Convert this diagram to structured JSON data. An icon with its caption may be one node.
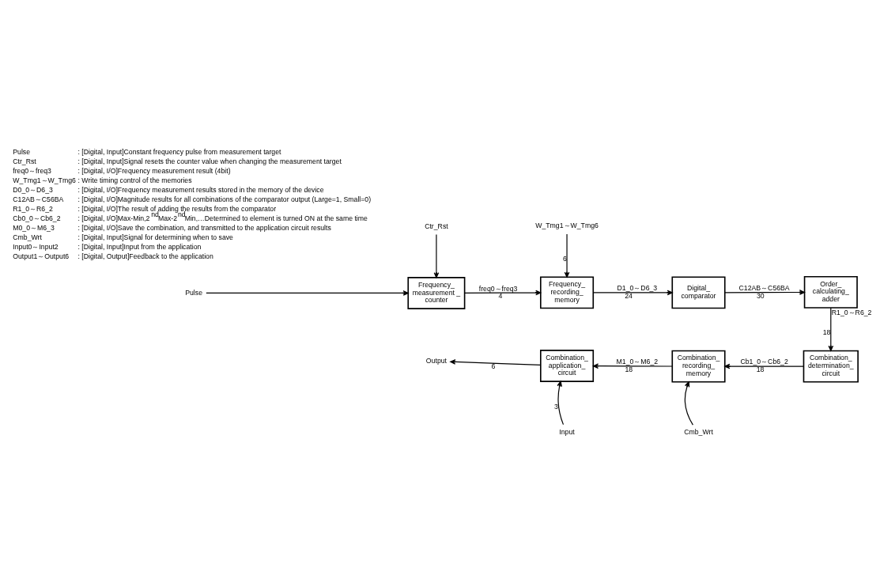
{
  "diagram": {
    "nodes": [
      {
        "text": [
          "Ctr_Rst"
        ]
      },
      {
        "text": [
          "W_Tmg1～W_Tmg6"
        ]
      },
      {
        "text": [
          "Pulse"
        ]
      },
      {
        "text": [
          "Frequency_ measurement _ counter"
        ]
      },
      {
        "text": [
          "Frequency_ recording_ memory"
        ]
      },
      {
        "text": [
          "Digital_ comparator"
        ]
      },
      {
        "text": [
          "Order_ calculating_ adder"
        ]
      },
      {
        "text": [
          "Output"
        ]
      },
      {
        "text": [
          "Combination_ application_ circuit"
        ]
      },
      {
        "text": [
          "Combination_ recording_ memory"
        ]
      },
      {
        "text": [
          "Combination_ determination_ circuit"
        ]
      },
      {
        "text": [
          "Input"
        ]
      },
      {
        "text": [
          "Cmb_Wrt"
        ]
      }
    ],
    "edges": [
      {
        "from": 2,
        "to": 3,
        "arrow": "to"
      },
      {
        "from": 0,
        "to": 3,
        "arrow": "to"
      },
      {
        "from": 1,
        "to": 4,
        "arrow": "to"
      },
      {
        "from": 3,
        "to": 4,
        "arrow": "to",
        "label": "freq0～freq3"
      },
      {
        "from": 4,
        "to": 5,
        "arrow": "to",
        "label": "D1_0～D6_3"
      },
      {
        "from": 5,
        "to": 6,
        "arrow": "to",
        "label": "C12AB～C56BA"
      },
      {
        "from": 6,
        "to": 10,
        "arrow": "to",
        "label": "R1_0～R6_2"
      },
      {
        "from": 10,
        "to": 9,
        "arrow": "to",
        "label": "Cb1_0～Cb6_2"
      },
      {
        "from": 9,
        "to": 8,
        "arrow": "to",
        "label": "M1_0～M6_2"
      },
      {
        "from": 8,
        "to": 7,
        "arrow": "to"
      },
      {
        "from": 11,
        "to": 8,
        "arrow": "to"
      },
      {
        "from": 12,
        "to": 9,
        "arrow": "to"
      }
    ],
    "labels": [
      "6",
      "4",
      "24",
      "30",
      "18",
      "6",
      "18",
      "18",
      "3",
      "Pulse",
      ": [Digital, Input]Constant frequency pulse from measurement target",
      "Ctr_Rst",
      ": [Digital, Input]Signal resets the counter value when changing the measurement target",
      "freq0～freq3",
      ": [Digital, I/O]Frequency measurement result (4bit)",
      "W_Tmg1～W_Tmg6",
      ": Write timing control of the memories",
      "D0_0～D6_3",
      ": [Digital, I/O]Frequency measurement results stored in the memory of the device",
      "C12AB～C56BA",
      ": [Digital, I/O]Magnitude results for all combinations of the comparator output (Large=1, Small=0)",
      "R1_0～R6_2",
      ": [Digital, I/O]The result of adding the results from the comparator",
      "Cb0_0～Cb6_2",
      ": [Digital, I/O]Max-Min,2$^{nd}$Max-2$^{nd}$Min,…Determined to element is turned ON at the same time",
      "M0_0～M6_3",
      ": [Digital, I/O]Save the combination, and transmitted to the application circuit results",
      "Cmb_Wrt",
      ": [Digital, Input]Signal for determining when to save",
      "Input0～Input2",
      ": [Digital, Input]Input from the application",
      "Output1～Output6",
      ": [Digital, Output]Feedback to the application"
    ]
  }
}
